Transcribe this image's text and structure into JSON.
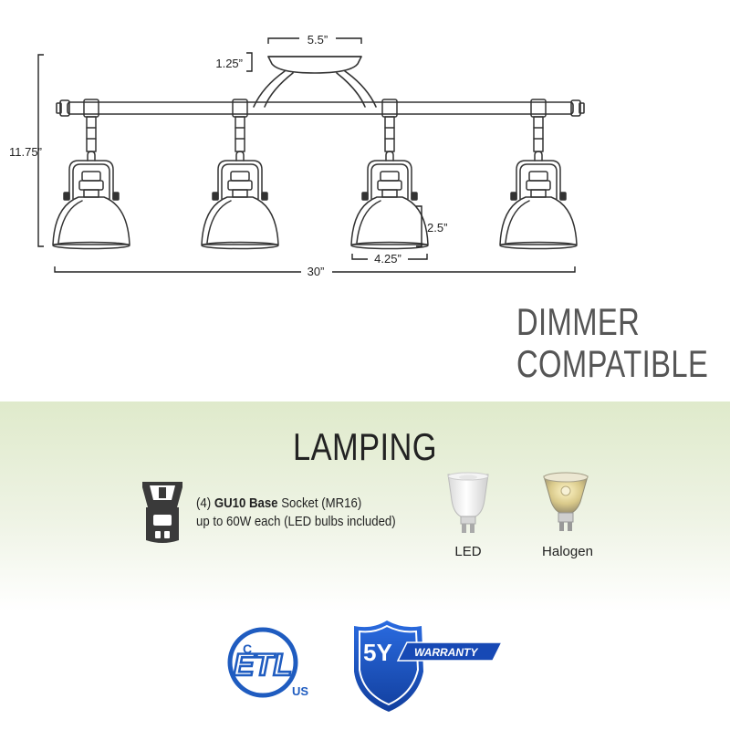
{
  "dimensions": {
    "canopy_width": "5.5”",
    "canopy_height": "1.25”",
    "overall_height": "11.75”",
    "shade_height": "2.5”",
    "shade_width": "4.25”",
    "overall_width": "30”"
  },
  "dimmer": {
    "line1": "DIMMER",
    "line2": "COMPATIBLE"
  },
  "lamping": {
    "title": "LAMPING",
    "socket_count": "(4)",
    "socket_type": "GU10 Base",
    "socket_rest": "Socket (MR16)",
    "socket_line2": "up to 60W each (LED bulbs included)",
    "bulbs": [
      {
        "label": "LED",
        "icon": "led-bulb-icon"
      },
      {
        "label": "Halogen",
        "icon": "halogen-bulb-icon"
      }
    ]
  },
  "certifications": {
    "etl_text": "ETL",
    "etl_c": "C",
    "etl_us": "US",
    "warranty_years": "5Y",
    "warranty_text": "WARRANTY"
  },
  "colors": {
    "line": "#333333",
    "band": "#dfeacb",
    "etl_blue": "#1f5cc0",
    "warranty_blue": "#1749b5"
  }
}
